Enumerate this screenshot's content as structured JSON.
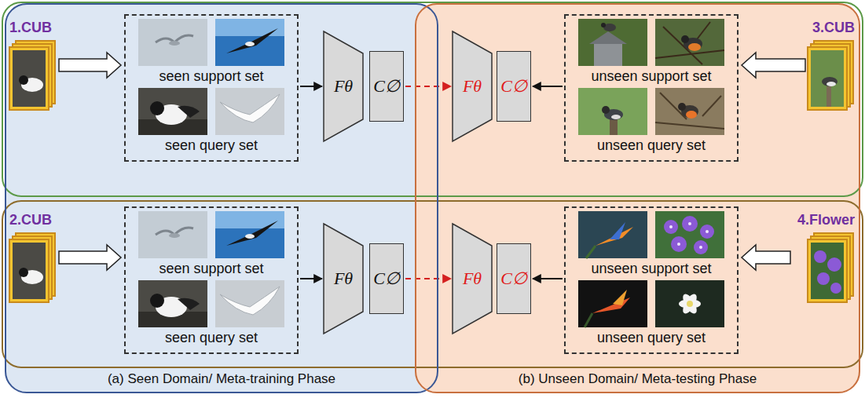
{
  "diagram": {
    "nodes": [
      {
        "text": [
          "(a) Seen Domain/ Meta-training Phase"
        ]
      },
      {
        "text": [
          "1.CUB"
        ],
        "in": 0
      },
      {
        "text": [
          "seen support set",
          "seen query set"
        ],
        "in": 0
      },
      {
        "text": [
          "Fθ"
        ],
        "in": 0
      },
      {
        "text": [
          "C∅"
        ],
        "in": 0
      },
      {
        "text": [
          "2.CUB"
        ],
        "in": 0
      },
      {
        "text": [
          "seen support set",
          "seen query set"
        ],
        "in": 0
      },
      {
        "text": [
          "Fθ"
        ],
        "in": 0
      },
      {
        "text": [
          "C∅"
        ],
        "in": 0
      },
      {
        "text": [
          "(b) Unseen Domain/ Meta-testing Phase"
        ]
      },
      {
        "text": [
          "Fθ"
        ],
        "in": 9
      },
      {
        "text": [
          "C∅"
        ],
        "in": 9
      },
      {
        "text": [
          "unseen support set",
          "unseen query set"
        ],
        "in": 9
      },
      {
        "text": [
          "3.CUB"
        ],
        "in": 9
      },
      {
        "text": [
          "Fθ"
        ],
        "in": 9
      },
      {
        "text": [
          "C∅"
        ],
        "in": 9
      },
      {
        "text": [
          "unseen support set",
          "unseen query set"
        ],
        "in": 9
      },
      {
        "text": [
          "4.Flower"
        ],
        "in": 9
      }
    ],
    "edges": [
      {
        "from": 1,
        "to": 2,
        "arrow": "to"
      },
      {
        "from": 2,
        "to": 3,
        "arrow": "to"
      },
      {
        "from": 4,
        "to": 10,
        "arrow": "to"
      },
      {
        "from": 13,
        "to": 12,
        "arrow": "to"
      },
      {
        "from": 12,
        "to": 11,
        "arrow": "to"
      },
      {
        "from": 5,
        "to": 6,
        "arrow": "to"
      },
      {
        "from": 6,
        "to": 7,
        "arrow": "to"
      },
      {
        "from": 8,
        "to": 14,
        "arrow": "to"
      },
      {
        "from": 17,
        "to": 16,
        "arrow": "to"
      },
      {
        "from": 16,
        "to": 15,
        "arrow": "to"
      }
    ]
  }
}
